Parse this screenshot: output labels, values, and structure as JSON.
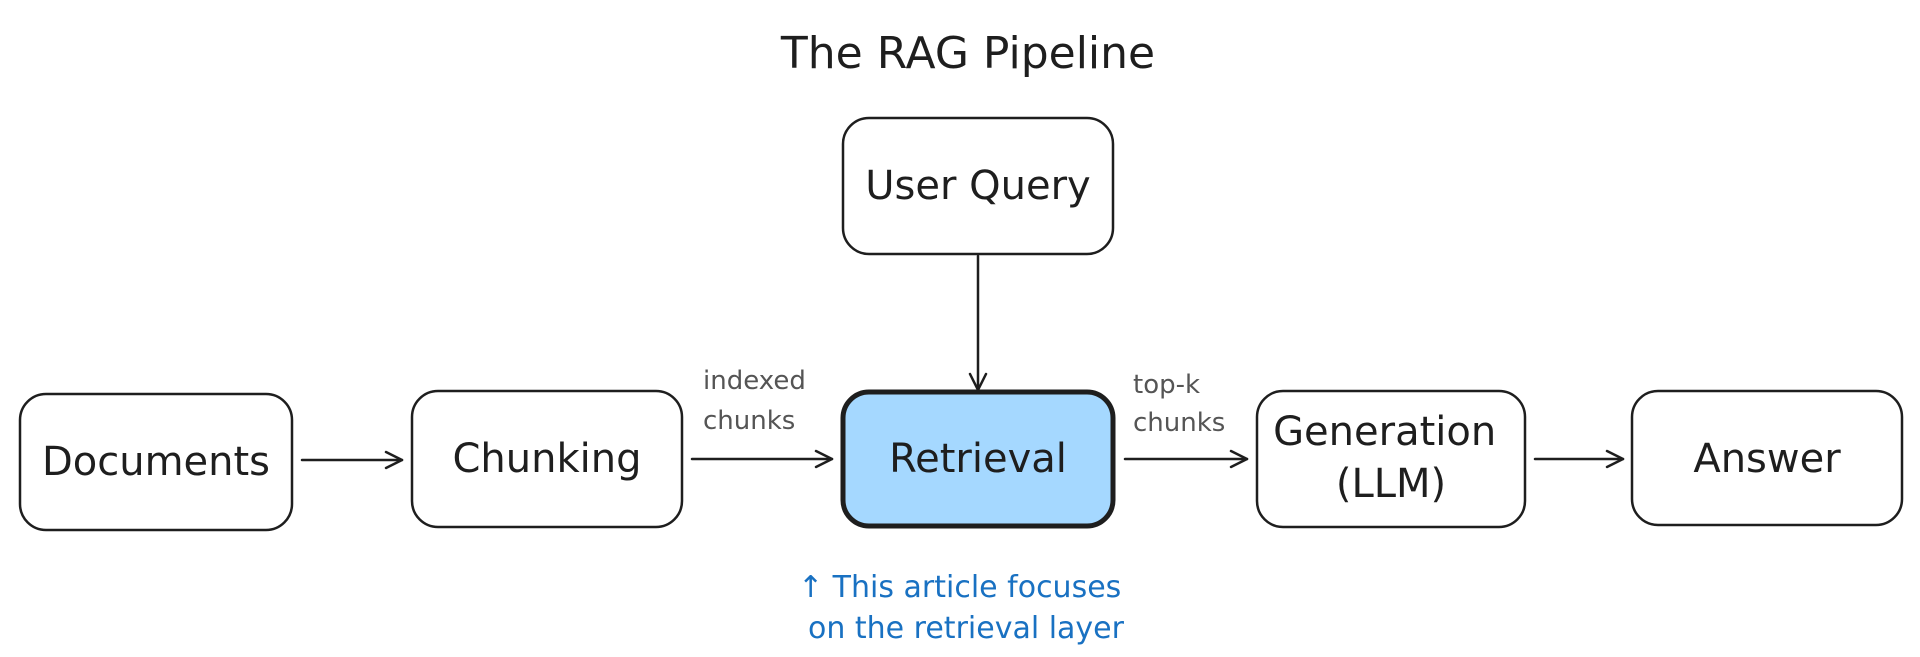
{
  "title": "The RAG Pipeline",
  "colors": {
    "stroke": "#1e1e1e",
    "highlight_fill": "#a5d8ff",
    "node_fill": "#ffffff",
    "edge_label": "#555555",
    "note": "#1971c2"
  },
  "nodes": {
    "user_query": {
      "lines": [
        "User Query"
      ]
    },
    "documents": {
      "lines": [
        "Documents"
      ]
    },
    "chunking": {
      "lines": [
        "Chunking"
      ]
    },
    "retrieval": {
      "lines": [
        "Retrieval"
      ],
      "highlighted": true
    },
    "generation": {
      "lines": [
        "Generation",
        "(LLM)"
      ]
    },
    "answer": {
      "lines": [
        "Answer"
      ]
    }
  },
  "edges": [
    {
      "from": "documents",
      "to": "chunking",
      "label": []
    },
    {
      "from": "chunking",
      "to": "retrieval",
      "label": [
        "indexed",
        "chunks"
      ]
    },
    {
      "from": "user_query",
      "to": "retrieval",
      "label": []
    },
    {
      "from": "retrieval",
      "to": "generation",
      "label": [
        "top-k",
        "chunks"
      ]
    },
    {
      "from": "generation",
      "to": "answer",
      "label": []
    }
  ],
  "note": {
    "lines": [
      "↑ This article focuses",
      "on the retrieval layer"
    ],
    "target": "retrieval"
  }
}
